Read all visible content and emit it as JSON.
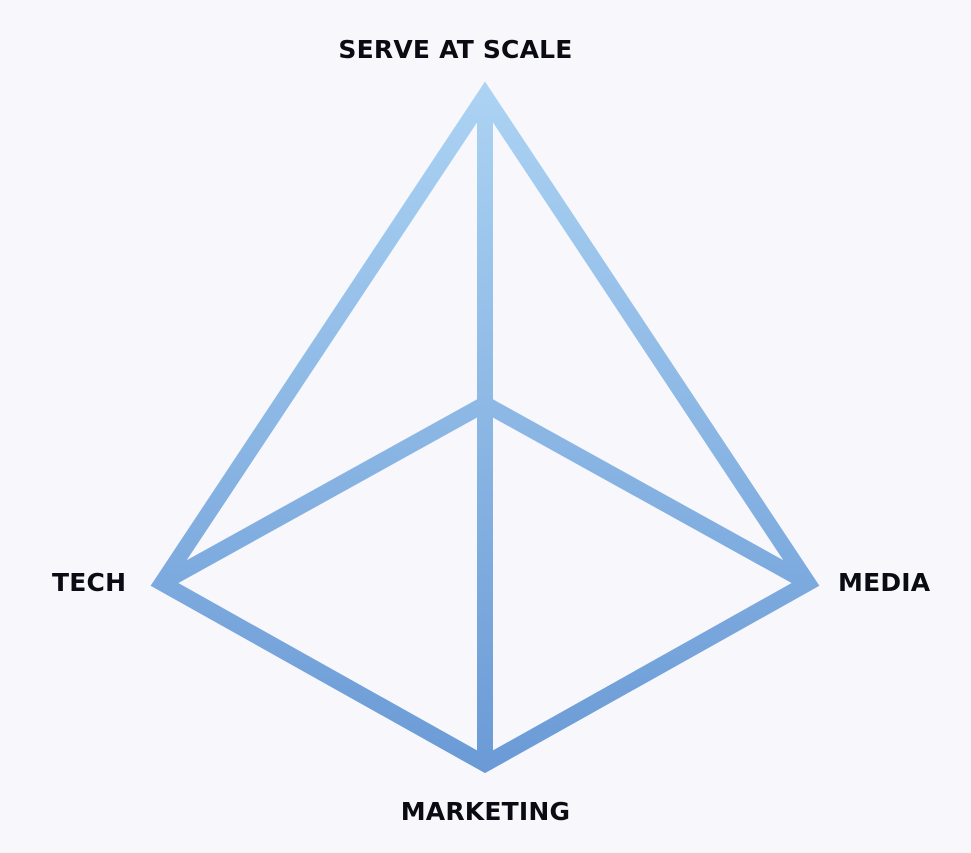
{
  "labels": {
    "top": "SERVE AT SCALE",
    "left": "TECH",
    "right": "MEDIA",
    "bottom": "MARKETING"
  },
  "colors": {
    "background": "#f8f8fc",
    "text": "#0b0b14",
    "stroke_light": "#acd3f3",
    "stroke_dark": "#6a9ad6"
  }
}
